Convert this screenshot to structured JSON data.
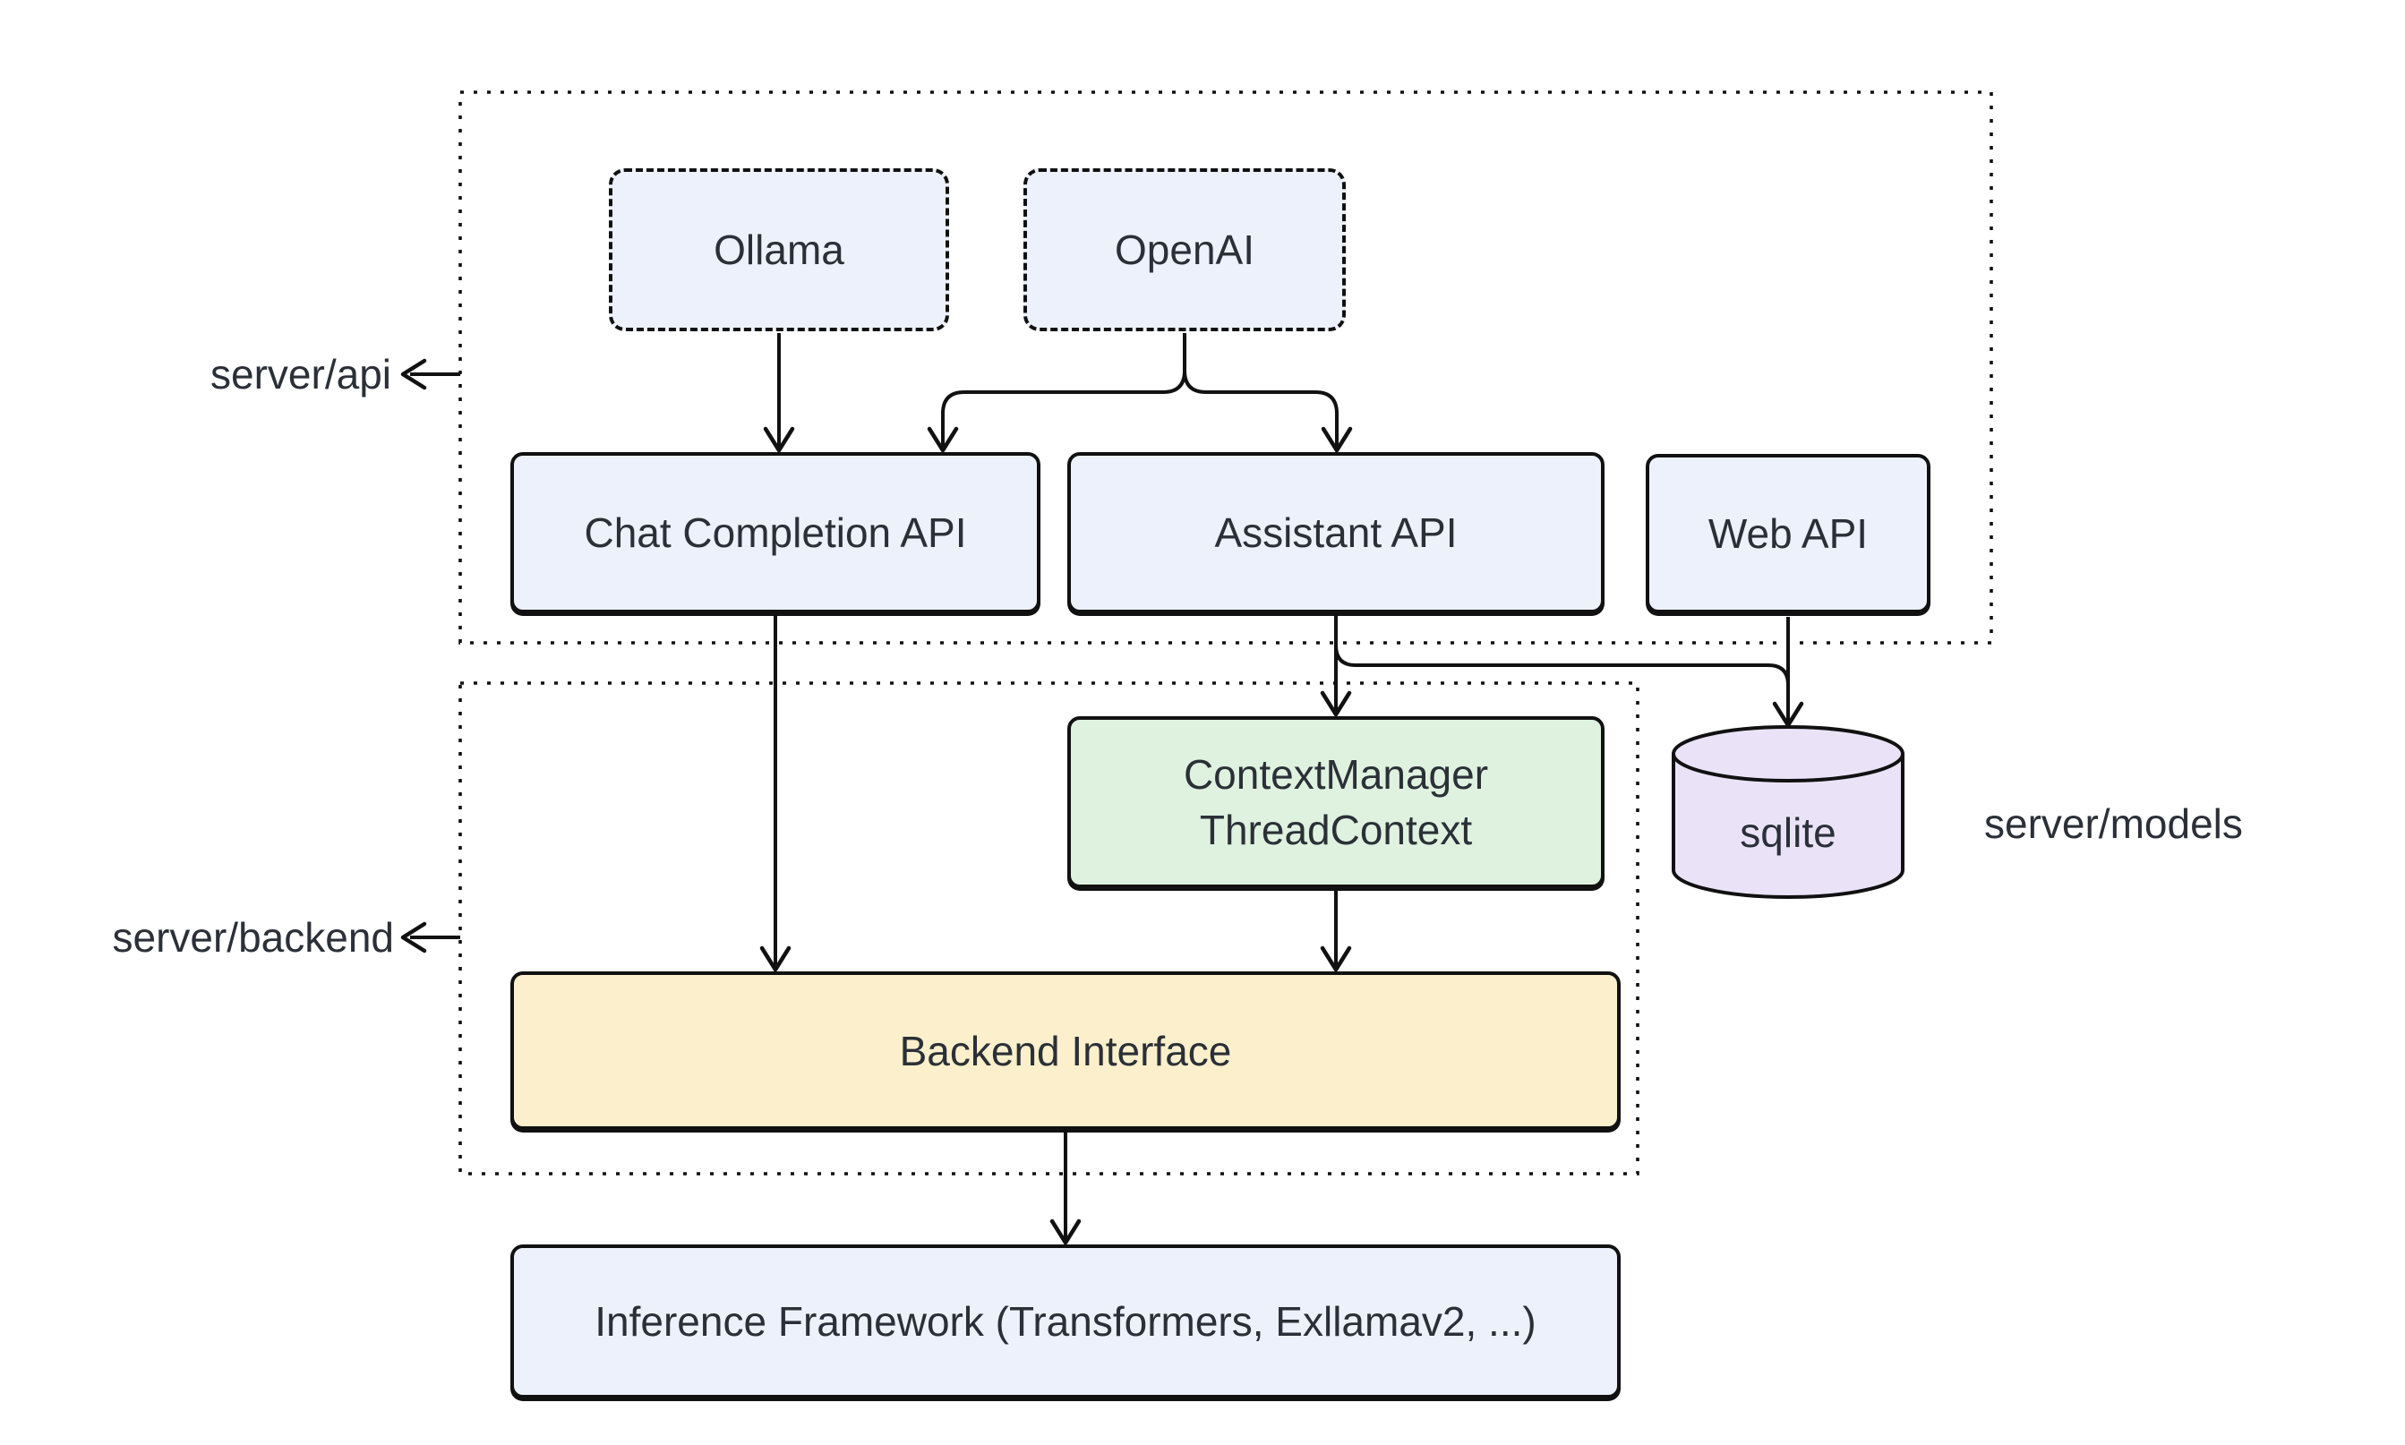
{
  "diagram_type": "architecture-flowchart",
  "colors": {
    "background": "#ffffff",
    "stroke": "#111111",
    "text": "#2b3038",
    "node_blue": "#EDF1FB",
    "node_green": "#DFF2DF",
    "node_yellow": "#FBF0CB",
    "node_purple": "#EAE3F8"
  },
  "containers": {
    "server_api": {
      "label": "server/api"
    },
    "server_backend": {
      "label": "server/backend"
    },
    "server_models": {
      "label": "server/models"
    }
  },
  "nodes": {
    "ollama": "Ollama",
    "openai": "OpenAI",
    "chat_completion_api": "Chat Completion API",
    "assistant_api": "Assistant API",
    "web_api": "Web API",
    "context_manager_line1": "ContextManager",
    "context_manager_line2": "ThreadContext",
    "sqlite": "sqlite",
    "backend_interface": "Backend Interface",
    "inference_framework": "Inference Framework (Transformers, Exllamav2, ...)"
  },
  "edges": [
    {
      "from": "Ollama",
      "to": "Chat Completion API"
    },
    {
      "from": "OpenAI",
      "to": "Chat Completion API"
    },
    {
      "from": "OpenAI",
      "to": "Assistant API"
    },
    {
      "from": "Chat Completion API",
      "to": "Backend Interface"
    },
    {
      "from": "Assistant API",
      "to": "ContextManager ThreadContext"
    },
    {
      "from": "Assistant API",
      "to": "sqlite"
    },
    {
      "from": "Web API",
      "to": "sqlite"
    },
    {
      "from": "ContextManager ThreadContext",
      "to": "Backend Interface"
    },
    {
      "from": "Backend Interface",
      "to": "Inference Framework (Transformers, Exllamav2, ...)"
    }
  ]
}
